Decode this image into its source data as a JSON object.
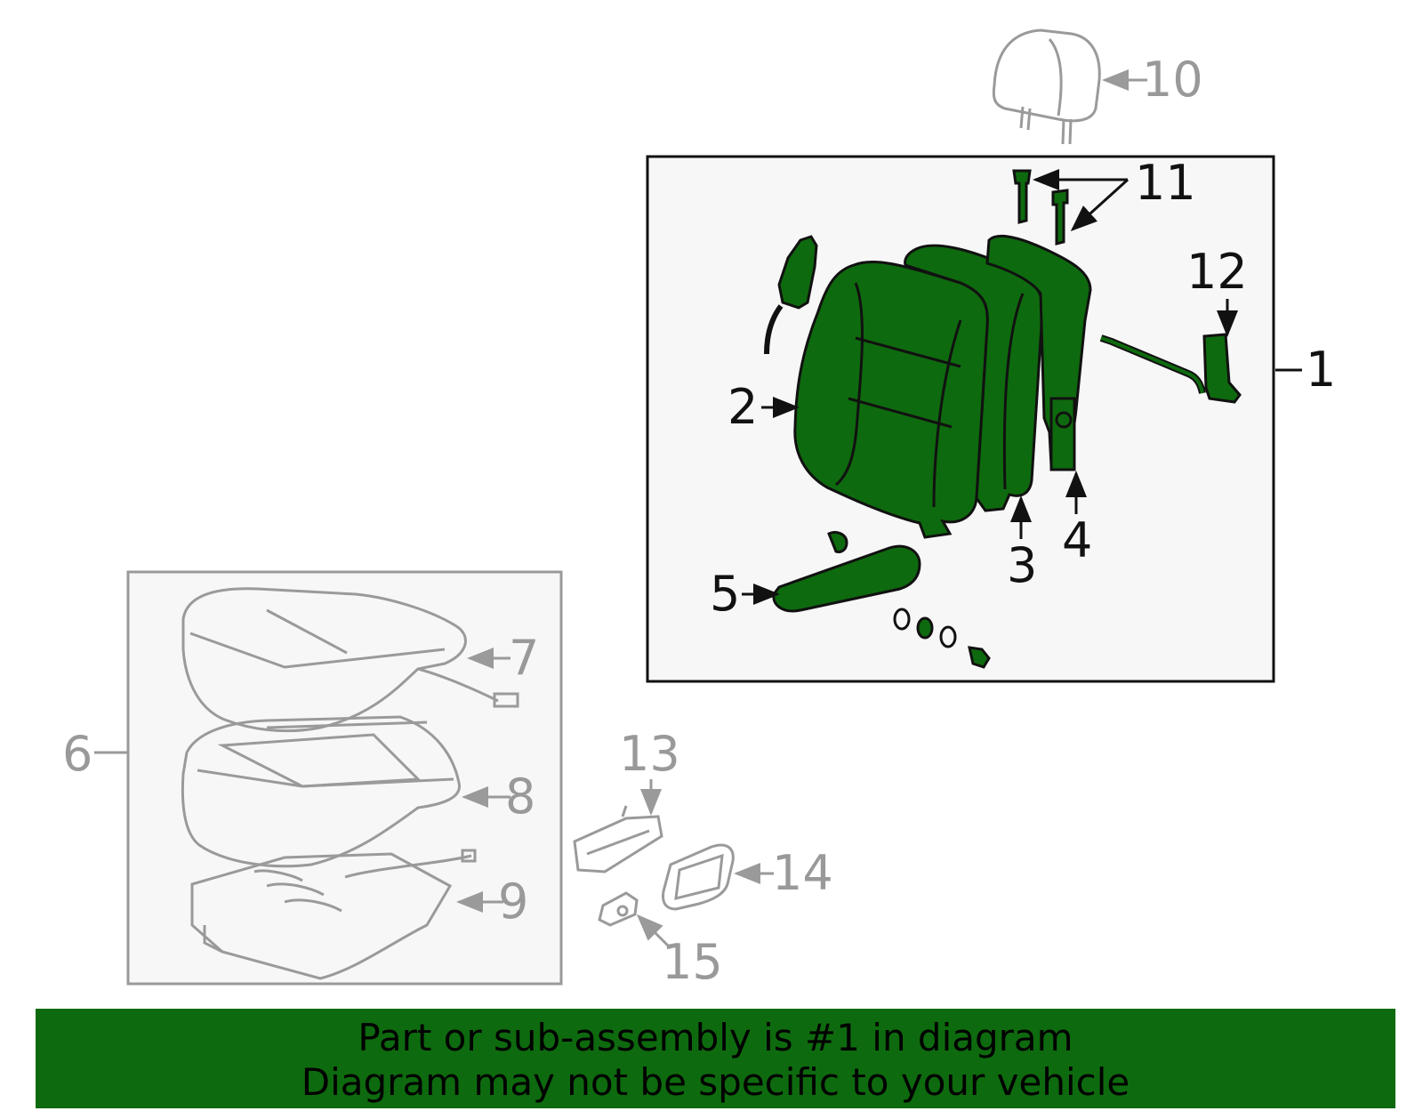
{
  "diagram": {
    "callouts": [
      {
        "id": "1",
        "label": "1"
      },
      {
        "id": "2",
        "label": "2"
      },
      {
        "id": "3",
        "label": "3"
      },
      {
        "id": "4",
        "label": "4"
      },
      {
        "id": "5",
        "label": "5"
      },
      {
        "id": "6",
        "label": "6"
      },
      {
        "id": "7",
        "label": "7"
      },
      {
        "id": "8",
        "label": "8"
      },
      {
        "id": "9",
        "label": "9"
      },
      {
        "id": "10",
        "label": "10"
      },
      {
        "id": "11",
        "label": "11"
      },
      {
        "id": "12",
        "label": "12"
      },
      {
        "id": "13",
        "label": "13"
      },
      {
        "id": "14",
        "label": "14"
      },
      {
        "id": "15",
        "label": "15"
      }
    ],
    "colors": {
      "highlight": "#0e6a0e",
      "outline_dark": "#111111",
      "outline_gray": "#9a9a9a",
      "box_fill": "#f7f7f7"
    }
  },
  "banner": {
    "line1": "Part or sub-assembly is #1 in diagram",
    "line2": "Diagram may not be specific to your vehicle",
    "bg_color": "#0e6a0e"
  }
}
